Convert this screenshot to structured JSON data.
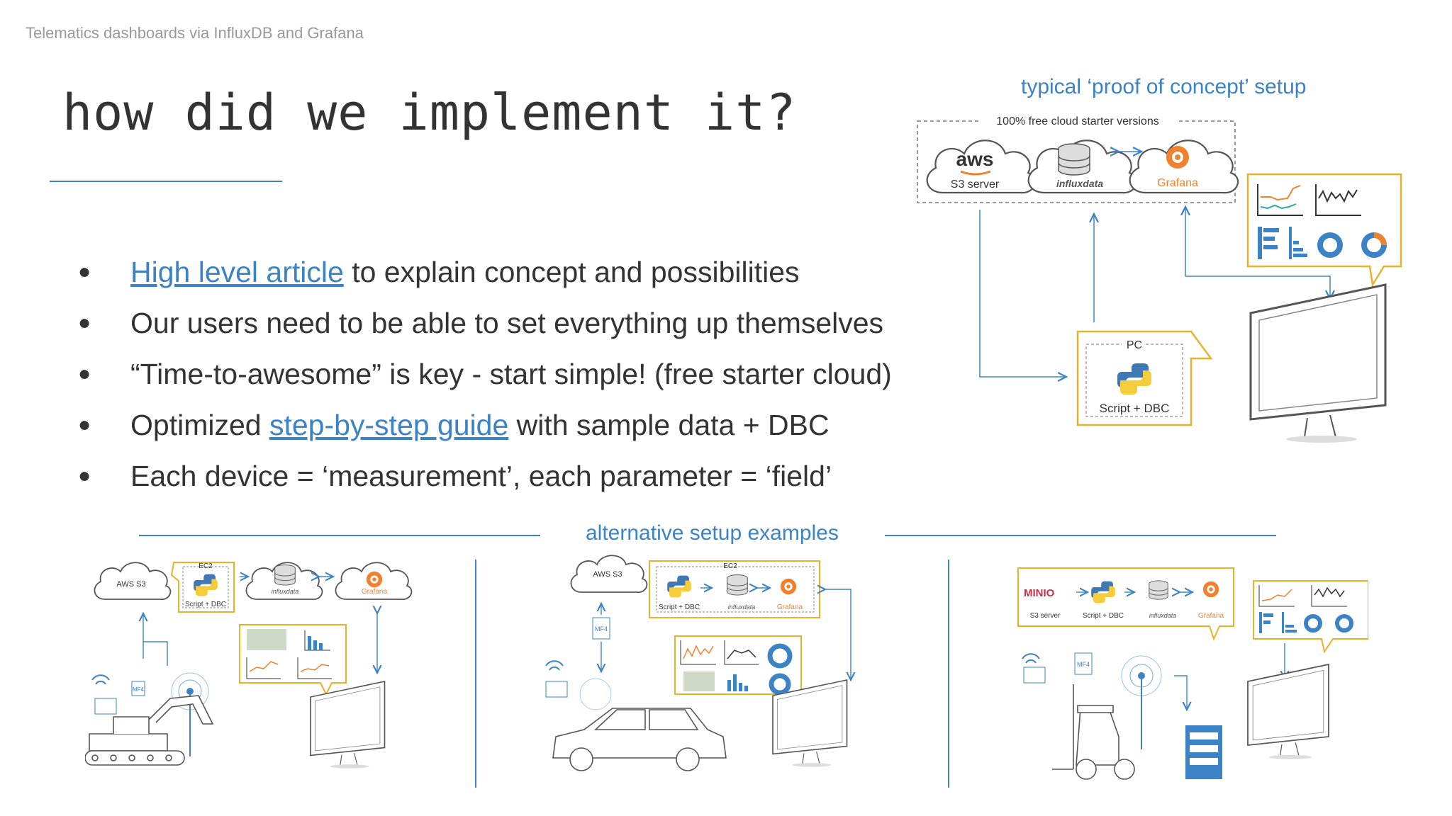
{
  "header": {
    "text": "Telematics dashboards via InfluxDB and Grafana"
  },
  "title": "how did we implement it?",
  "bullets": [
    {
      "link": "High level article",
      "text": " to explain concept and possibilities"
    },
    {
      "text": "Our users need to be able to set everything up themselves"
    },
    {
      "text": "“Time-to-awesome” is key - start simple! (free starter cloud)"
    },
    {
      "pre": "Optimized ",
      "link": "step-by-step guide",
      "text": " with sample data + DBC"
    },
    {
      "text": "Each device = ‘measurement’, each parameter = ‘field’"
    }
  ],
  "poc": {
    "label": "typical ‘proof of concept’ setup",
    "box_label": "100% free cloud starter versions",
    "aws_logo": "aws",
    "s3": "S3 server",
    "influx": "influxdata",
    "grafana": "Grafana",
    "pc": "PC",
    "script": "Script + DBC"
  },
  "alt": {
    "label": "alternative setup examples",
    "ex1": {
      "s3": "AWS S3",
      "ec2": "EC2",
      "script": "Script + DBC",
      "influx": "influxdata",
      "grafana": "Grafana",
      "mf4": "MF4"
    },
    "ex2": {
      "s3": "AWS S3",
      "ec2": "EC2",
      "script": "Script + DBC",
      "influx": "influxdata",
      "grafana": "Grafana",
      "mf4": "MF4"
    },
    "ex3": {
      "minio": "MINIO",
      "s3": "S3 server",
      "script": "Script + DBC",
      "influx": "influxdata",
      "grafana": "Grafana",
      "mf4": "MF4"
    }
  },
  "colors": {
    "accent": "#3c83c6",
    "panel_border": "#e8b12b",
    "grafana": "#f0812f",
    "python_blue": "#3f79b5",
    "python_yellow": "#f5cd3c"
  }
}
